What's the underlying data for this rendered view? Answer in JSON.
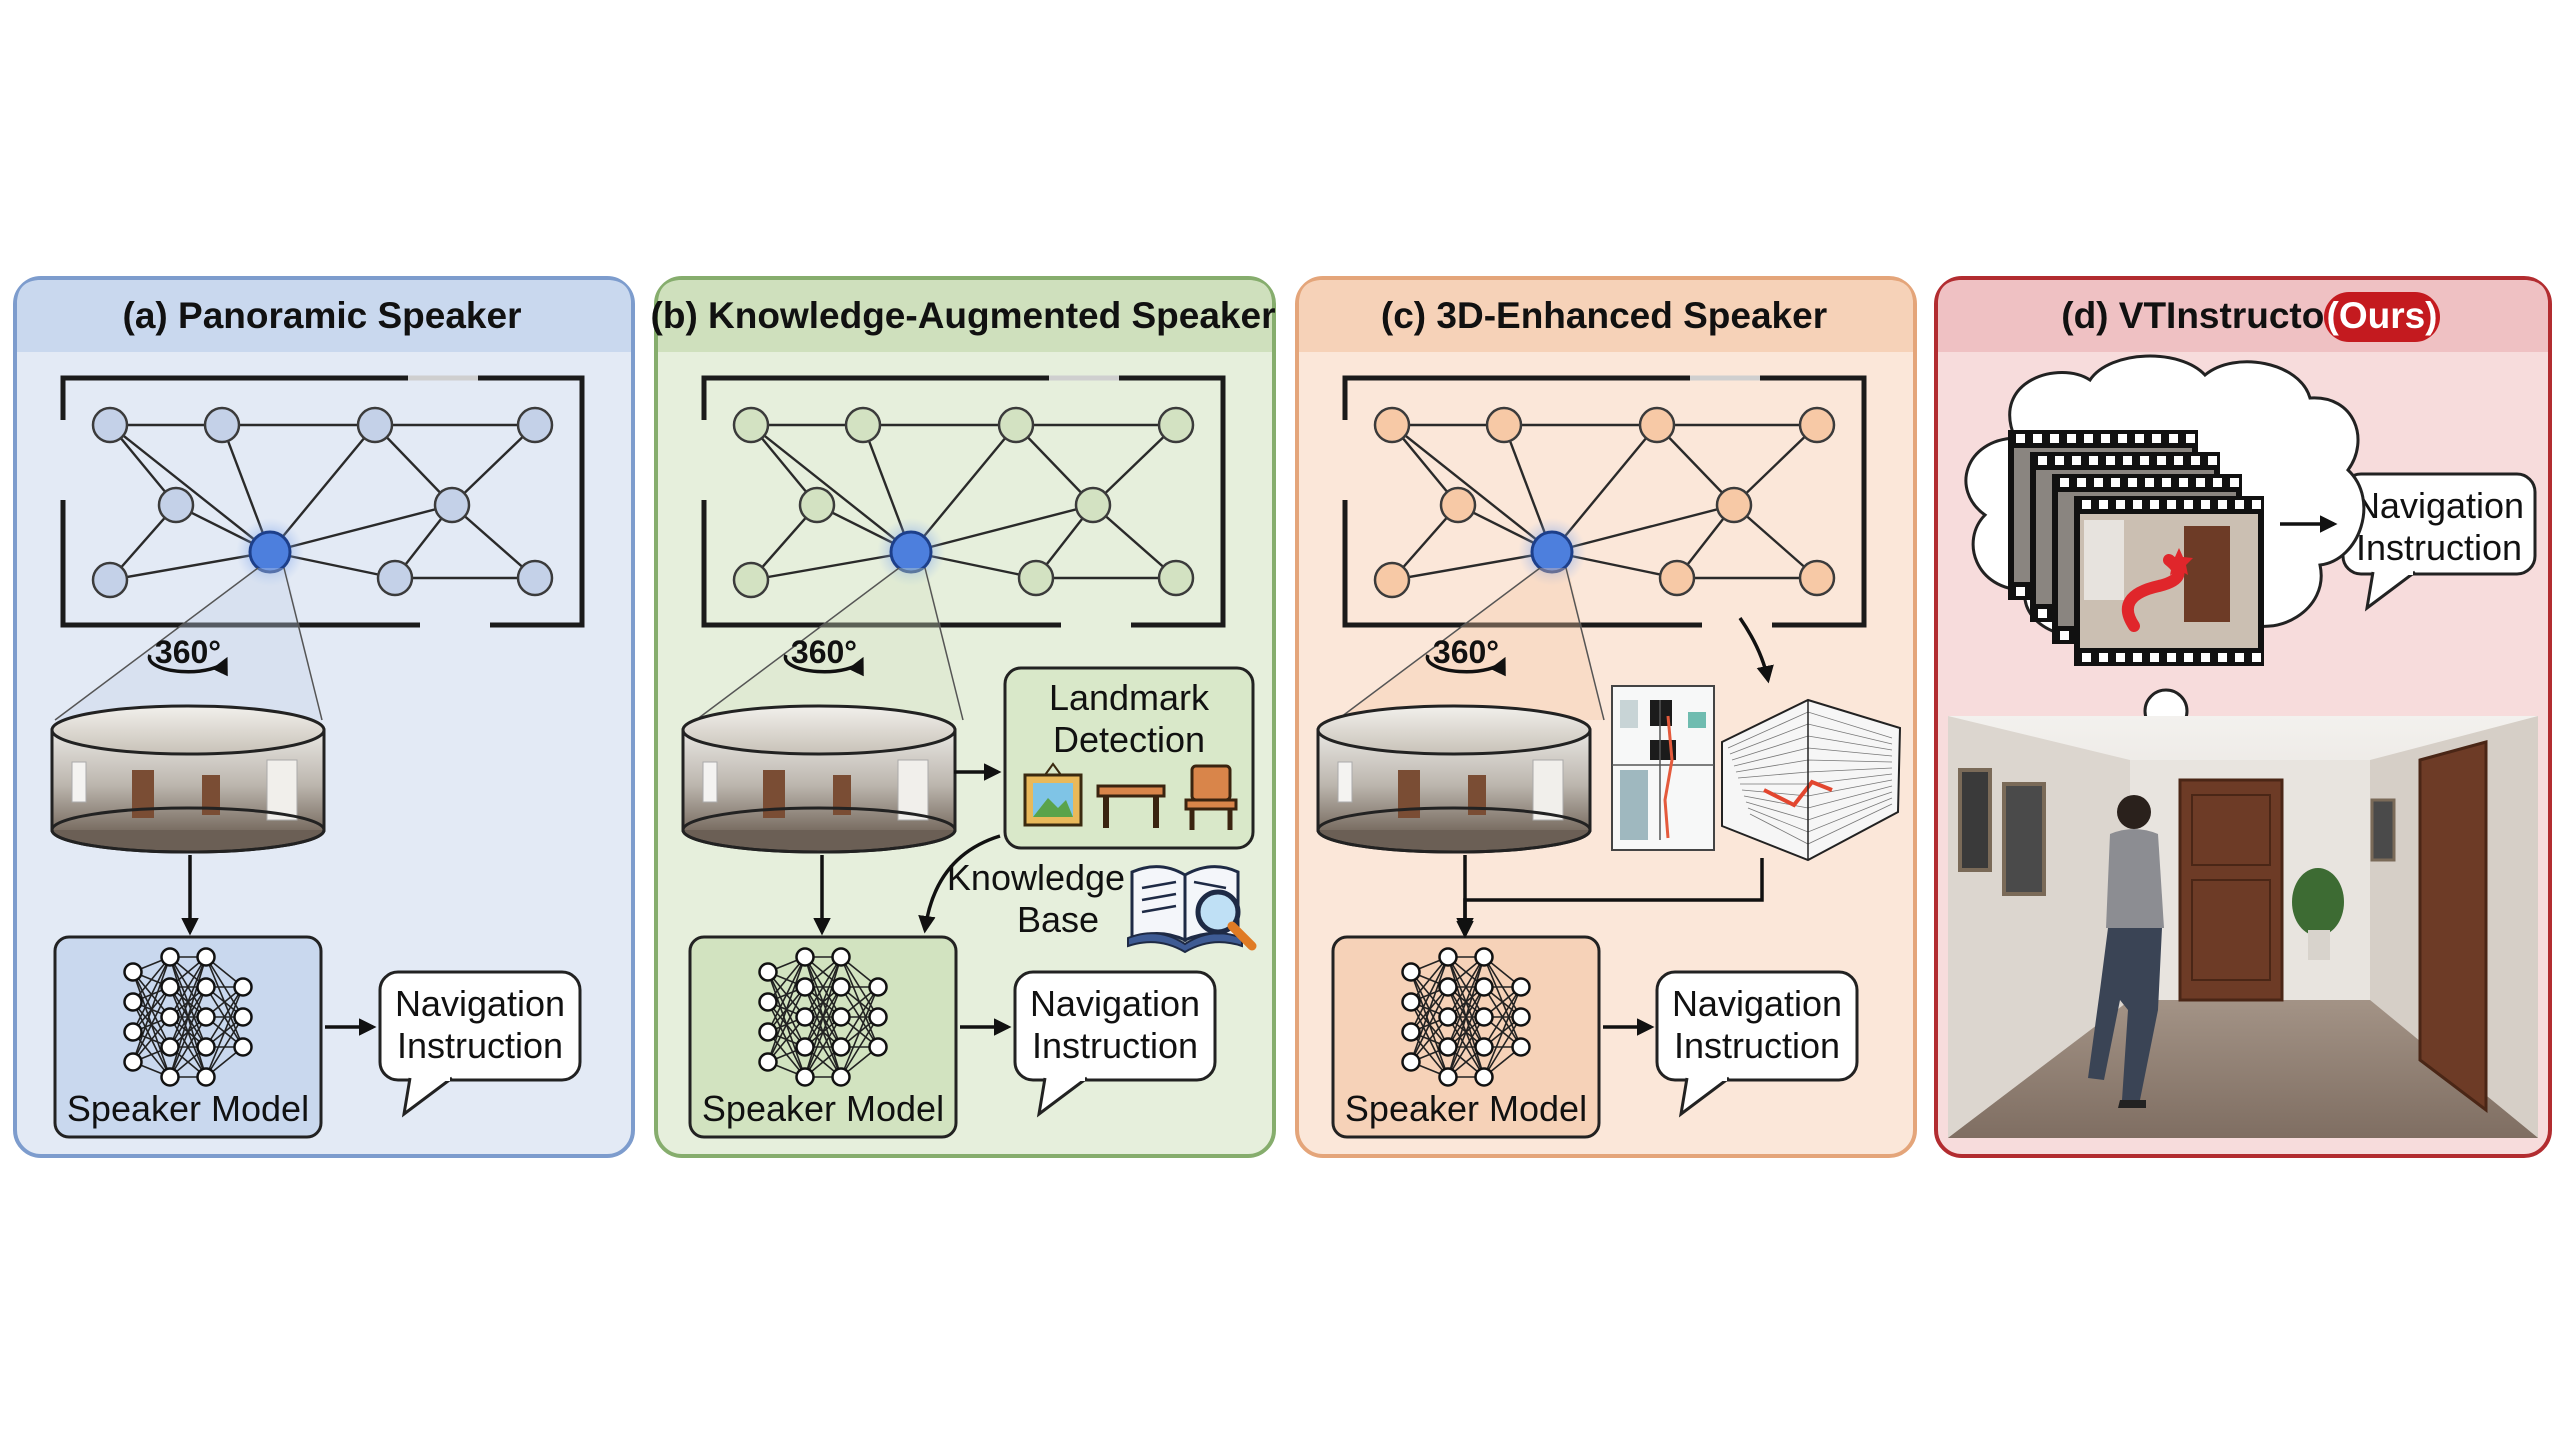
{
  "panels": [
    {
      "id": "a",
      "title": "(a) Panoramic Speaker",
      "bg": "#e3eaf5",
      "header": "#c9d8ee",
      "border": "#7d9ccd",
      "node": "#c4d1e8"
    },
    {
      "id": "b",
      "title": "(b) Knowledge-Augmented Speaker",
      "bg": "#e6efdc",
      "header": "#cfe0bd",
      "border": "#86ad6d",
      "node": "#d3e2c2"
    },
    {
      "id": "c",
      "title": "(c) 3D-Enhanced Speaker",
      "bg": "#fbe7d9",
      "header": "#f6d2b8",
      "border": "#e4a57a",
      "node": "#f7c9a6"
    },
    {
      "id": "d",
      "title": "(d) VTInstructor",
      "badge": "(Ours)",
      "bg": "#f7dcdc",
      "header": "#efc1c3",
      "border": "#b22c30",
      "badge_color": "#c41a1f"
    }
  ],
  "labels": {
    "rotation": "360°",
    "speaker_model": "Speaker Model",
    "nav_line1": "Navigation",
    "nav_line2": "Instruction",
    "landmark_line1": "Landmark",
    "landmark_line2": "Detection",
    "kb_line1": "Knowledge",
    "kb_line2": "Base"
  },
  "icons": {
    "panorama": "panorama-cylinder-icon",
    "network": "neural-network-icon",
    "picture": "picture-frame-icon",
    "table": "table-icon",
    "chair": "chair-icon",
    "book": "book-magnifier-icon",
    "floorplan": "floor-plan-icon",
    "pointcloud": "point-cloud-icon",
    "film": "video-frames-icon",
    "walker": "person-walking-corridor-icon"
  },
  "colors": {
    "highlight_node": "#4d7fdd"
  }
}
